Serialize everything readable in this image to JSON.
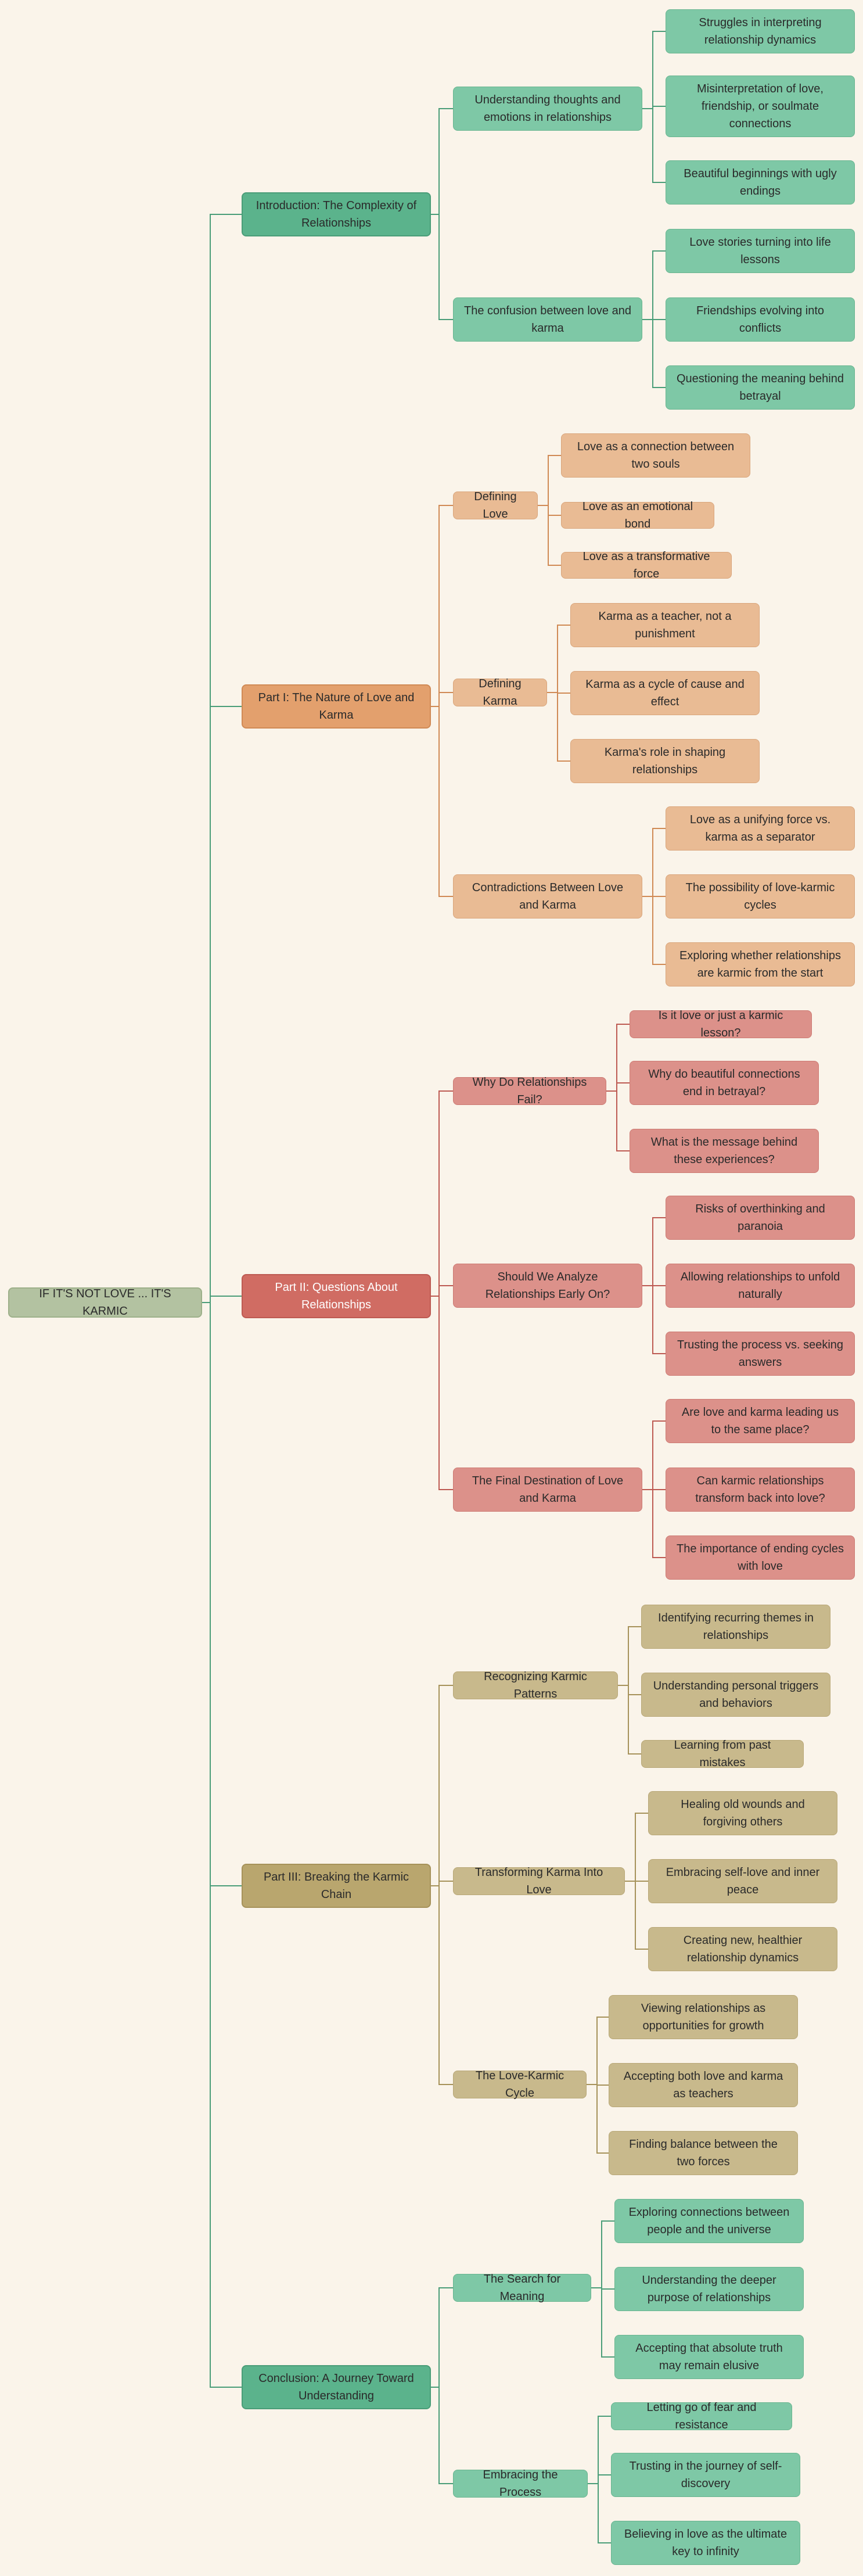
{
  "title": "IF IT'S NOT LOVE ... IT'S KARMIC",
  "colors": {
    "background": "#faf4ea",
    "green": "#5bb38c",
    "orange": "#e3a06d",
    "red": "#d06c63",
    "khaki": "#b9a66e"
  },
  "sections": [
    {
      "label": "Introduction: The Complexity of Relationships",
      "children": [
        {
          "label": "Understanding thoughts and emotions in relationships",
          "children": [
            "Struggles in interpreting relationship dynamics",
            "Misinterpretation of love, friendship, or soulmate connections",
            "Beautiful beginnings with ugly endings"
          ]
        },
        {
          "label": "The confusion between love and karma",
          "children": [
            "Love stories turning into life lessons",
            "Friendships evolving into conflicts",
            "Questioning the meaning behind betrayal"
          ]
        }
      ]
    },
    {
      "label": "Part I: The Nature of Love and Karma",
      "children": [
        {
          "label": "Defining Love",
          "children": [
            "Love as a connection between two souls",
            "Love as an emotional bond",
            "Love as a transformative force"
          ]
        },
        {
          "label": "Defining Karma",
          "children": [
            "Karma as a teacher, not a punishment",
            "Karma as a cycle of cause and effect",
            "Karma's role in shaping relationships"
          ]
        },
        {
          "label": "Contradictions Between Love and Karma",
          "children": [
            "Love as a unifying force vs. karma as a separator",
            "The possibility of love-karmic cycles",
            "Exploring whether relationships are karmic from the start"
          ]
        }
      ]
    },
    {
      "label": "Part II: Questions About Relationships",
      "children": [
        {
          "label": "Why Do Relationships Fail?",
          "children": [
            "Is it love or just a karmic lesson?",
            "Why do beautiful connections end in betrayal?",
            "What is the message behind these experiences?"
          ]
        },
        {
          "label": "Should We Analyze Relationships Early On?",
          "children": [
            "Risks of overthinking and paranoia",
            "Allowing relationships to unfold naturally",
            "Trusting the process vs. seeking answers"
          ]
        },
        {
          "label": "The Final Destination of Love and Karma",
          "children": [
            "Are love and karma leading us to the same place?",
            "Can karmic relationships transform back into love?",
            "The importance of ending cycles with love"
          ]
        }
      ]
    },
    {
      "label": "Part III: Breaking the Karmic Chain",
      "children": [
        {
          "label": "Recognizing Karmic Patterns",
          "children": [
            "Identifying recurring themes in relationships",
            "Understanding personal triggers and behaviors",
            "Learning from past mistakes"
          ]
        },
        {
          "label": "Transforming Karma Into Love",
          "children": [
            "Healing old wounds and forgiving others",
            "Embracing self-love and inner peace",
            "Creating new, healthier relationship dynamics"
          ]
        },
        {
          "label": "The Love-Karmic Cycle",
          "children": [
            "Viewing relationships as opportunities for growth",
            "Accepting both love and karma as teachers",
            "Finding balance between the two forces"
          ]
        }
      ]
    },
    {
      "label": "Conclusion: A Journey Toward Understanding",
      "children": [
        {
          "label": "The Search for Meaning",
          "children": [
            "Exploring connections between people and the universe",
            "Understanding the deeper purpose of relationships",
            "Accepting that absolute truth may remain elusive"
          ]
        },
        {
          "label": "Embracing the Process",
          "children": [
            "Letting go of fear and resistance",
            "Trusting in the journey of self-discovery",
            "Believing in love as the ultimate key to infinity"
          ]
        }
      ]
    }
  ]
}
